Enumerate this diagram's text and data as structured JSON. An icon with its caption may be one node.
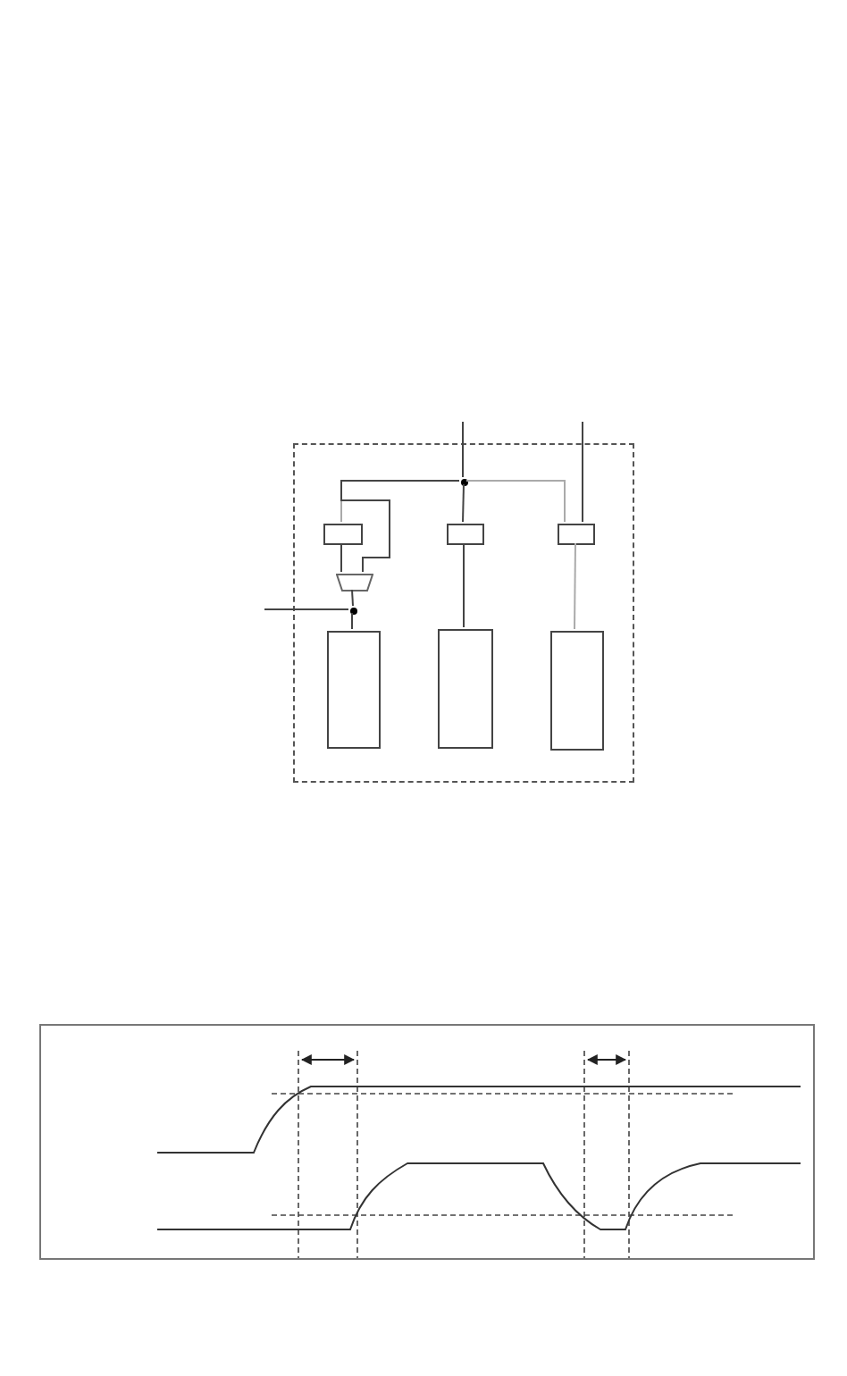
{
  "diagram": {
    "nodes": [
      {
        "text": [],
        "shape": "box"
      },
      {
        "text": [],
        "shape": "circle",
        "in": 0
      },
      {
        "text": [],
        "shape": "box",
        "in": 0
      },
      {
        "text": [],
        "shape": "box",
        "in": 0
      },
      {
        "text": [],
        "shape": "box",
        "in": 0
      },
      {
        "text": [],
        "shape": "trapezoid",
        "in": 0
      },
      {
        "text": [],
        "shape": "circle",
        "in": 0
      },
      {
        "text": [],
        "shape": "box",
        "in": 0
      },
      {
        "text": [],
        "shape": "box",
        "in": 0
      },
      {
        "text": [],
        "shape": "box",
        "in": 0
      }
    ],
    "edges": [
      {
        "from": null,
        "to": 1,
        "arrow": "none"
      },
      {
        "from": 1,
        "to": 2,
        "arrow": "none",
        "color": "#aaaaaa"
      },
      {
        "from": 1,
        "to": 3,
        "arrow": "none"
      },
      {
        "from": 1,
        "to": 4,
        "arrow": "none",
        "color": "#aaaaaa"
      },
      {
        "from": 1,
        "to": 5,
        "arrow": "none"
      },
      {
        "from": null,
        "to": 4,
        "arrow": "none"
      },
      {
        "from": 2,
        "to": 5,
        "arrow": "none"
      },
      {
        "from": 5,
        "to": 6,
        "arrow": "none"
      },
      {
        "from": 6,
        "to": 7,
        "arrow": "none"
      },
      {
        "from": null,
        "to": 6,
        "arrow": "none"
      },
      {
        "from": 3,
        "to": 8,
        "arrow": "none"
      },
      {
        "from": 4,
        "to": 9,
        "arrow": "none",
        "color": "#aaaaaa"
      }
    ]
  }
}
